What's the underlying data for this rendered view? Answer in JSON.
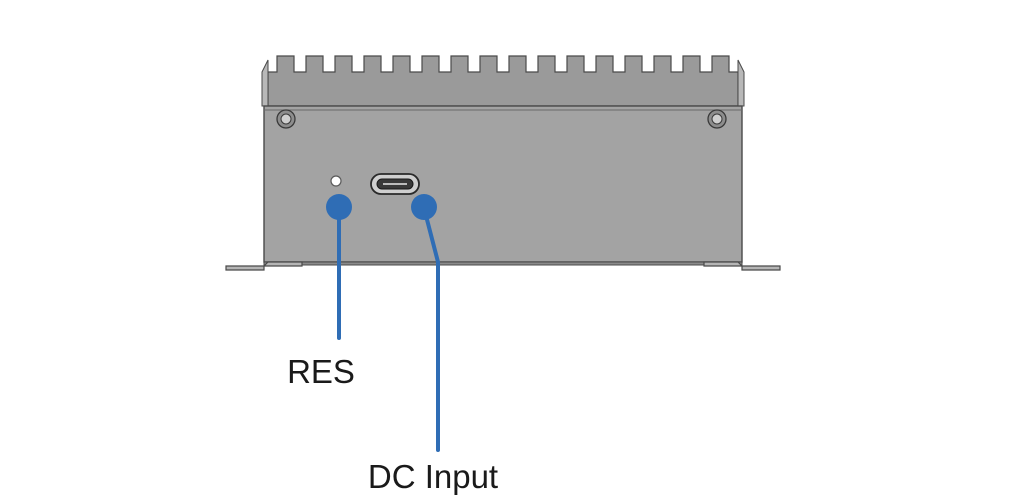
{
  "callouts": [
    {
      "id": "res",
      "label": "RES"
    },
    {
      "id": "dc",
      "label": "DC Input"
    }
  ],
  "colors": {
    "callout": "#2f6db5",
    "body": "#a3a3a3",
    "fins": "#9a9a9a",
    "outline": "#4a4a4a",
    "text": "#1a1a1a"
  }
}
